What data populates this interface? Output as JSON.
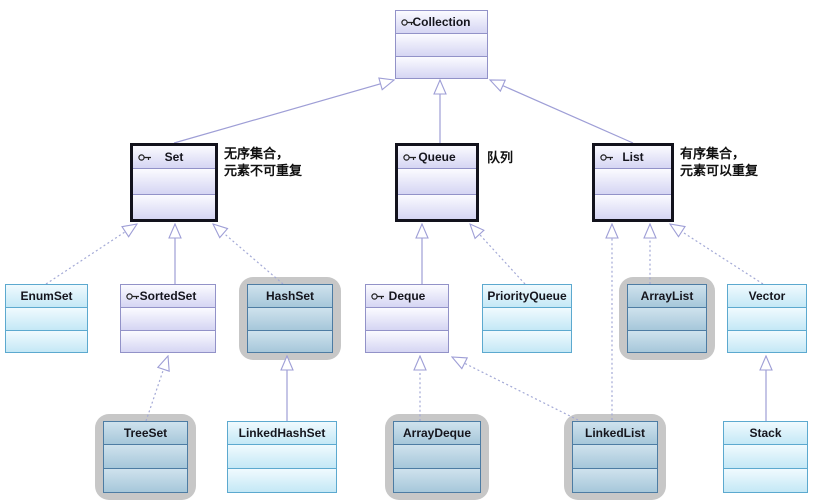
{
  "diagram": {
    "nodes": {
      "collection": {
        "label": "Collection",
        "stereotype": "interface"
      },
      "set": {
        "label": "Set",
        "stereotype": "interface"
      },
      "queue": {
        "label": "Queue",
        "stereotype": "interface"
      },
      "list": {
        "label": "List",
        "stereotype": "interface"
      },
      "enumset": {
        "label": "EnumSet",
        "stereotype": "class"
      },
      "sortedset": {
        "label": "SortedSet",
        "stereotype": "interface"
      },
      "hashset": {
        "label": "HashSet",
        "stereotype": "class"
      },
      "deque": {
        "label": "Deque",
        "stereotype": "interface"
      },
      "priorityqueue": {
        "label": "PriorityQueue",
        "stereotype": "class"
      },
      "arraylist": {
        "label": "ArrayList",
        "stereotype": "class"
      },
      "vector": {
        "label": "Vector",
        "stereotype": "class"
      },
      "treeset": {
        "label": "TreeSet",
        "stereotype": "class"
      },
      "linkedhashset": {
        "label": "LinkedHashSet",
        "stereotype": "class"
      },
      "arraydeque": {
        "label": "ArrayDeque",
        "stereotype": "class"
      },
      "linkedlist": {
        "label": "LinkedList",
        "stereotype": "class"
      },
      "stack": {
        "label": "Stack",
        "stereotype": "class"
      }
    },
    "annotations": {
      "set_note": [
        "无序集合，",
        "元素不可重复"
      ],
      "queue_note": "队列",
      "list_note": [
        "有序集合，",
        "元素可以重复"
      ]
    },
    "colors": {
      "interface_border": "#9292c8",
      "class_border": "#5ca9cf",
      "highlight_border": "#4d7ca3",
      "bold_border": "#12121c",
      "edge": "#9e9ed6",
      "highlight_shadow": "#c7c7c7"
    }
  }
}
